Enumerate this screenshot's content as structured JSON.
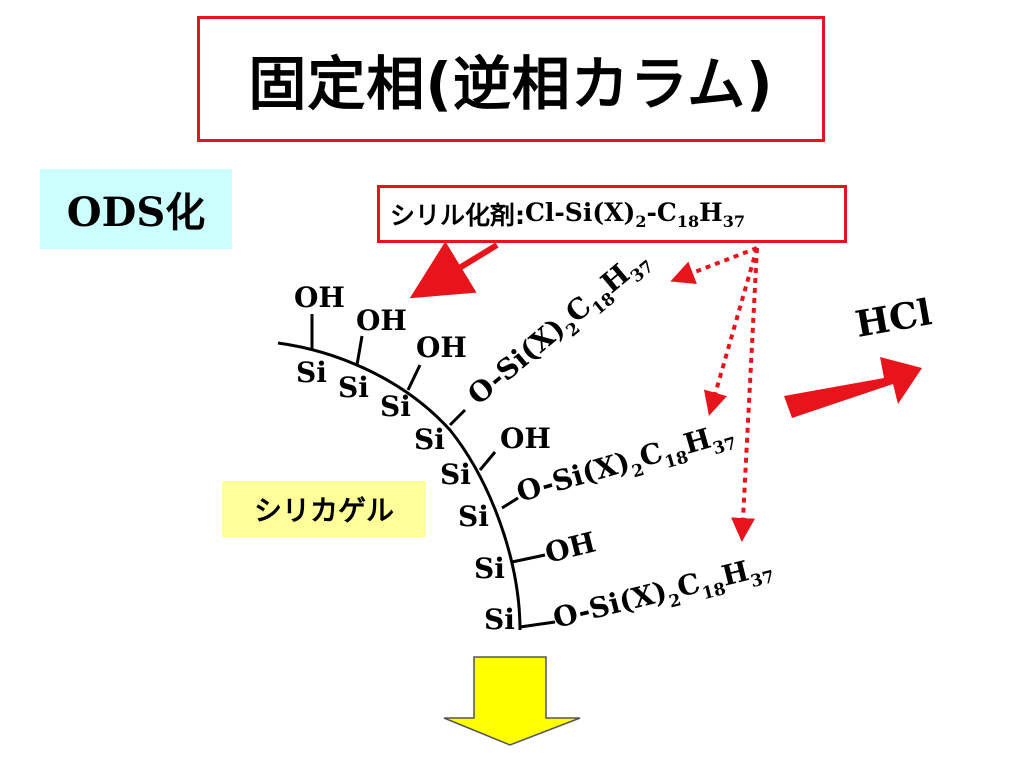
{
  "title": "固定相(逆相カラム)",
  "ods_label": "ODS化",
  "reagent": {
    "label": "シリル化剤:",
    "formula": "Cl-Si(X)",
    "sub1": "2",
    "dash": "-C",
    "sub2": "18",
    "h": "H",
    "sub3": "37"
  },
  "silica_label": "シリカゲル",
  "si": "Si",
  "oh": "OH",
  "chain": {
    "prefix": "O-Si(X)",
    "sub1": "2",
    "c": "C",
    "sub2": "18",
    "h": "H",
    "sub3": "37"
  },
  "hcl": "HCl",
  "colors": {
    "red": "#e8141b",
    "cyan": "#ccffff",
    "yellow_box": "#ffff99",
    "down_arrow": "#ffff00"
  }
}
